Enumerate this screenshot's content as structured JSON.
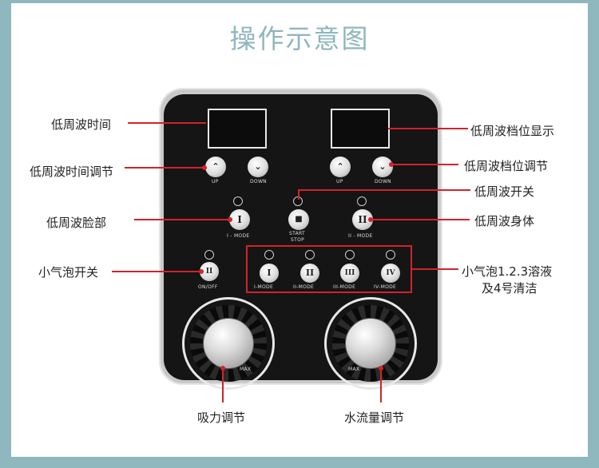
{
  "title": "操作示意图",
  "labels": {
    "low_freq_time": "低周波时间",
    "low_freq_time_adjust": "低周波时间调节",
    "low_freq_face": "低周波脸部",
    "bubble_switch": "小气泡开关",
    "suction_adjust": "吸力调节",
    "low_freq_level_display": "低周波档位显示",
    "low_freq_level_adjust": "低周波档位调节",
    "low_freq_switch": "低周波开关",
    "low_freq_body": "低周波身体",
    "bubble_solution_line1": "小气泡1.2.3溶液",
    "bubble_solution_line2": "及4号清洁",
    "water_flow_adjust": "水流量调节"
  },
  "device": {
    "up": "UP",
    "down": "DOWN",
    "i_mode": "I - MODE",
    "ii_mode": "II - MODE",
    "start": "START",
    "stop": "STOP",
    "on_off": "ON/OFF",
    "mode_i": "I-MODE",
    "mode_ii": "II-MODE",
    "mode_iii": "III-MODE",
    "mode_iv": "IV-MODE",
    "max": "MAX",
    "btn_i": "I",
    "btn_ii": "II",
    "btn_iii": "III",
    "btn_iv": "IV",
    "btn_stop": "■",
    "btn_pause": "II",
    "arrow_up": "⌃",
    "arrow_down": "⌄"
  },
  "colors": {
    "accent": "#8fb7be",
    "pointer": "#d2232a",
    "panel": "#151515"
  }
}
